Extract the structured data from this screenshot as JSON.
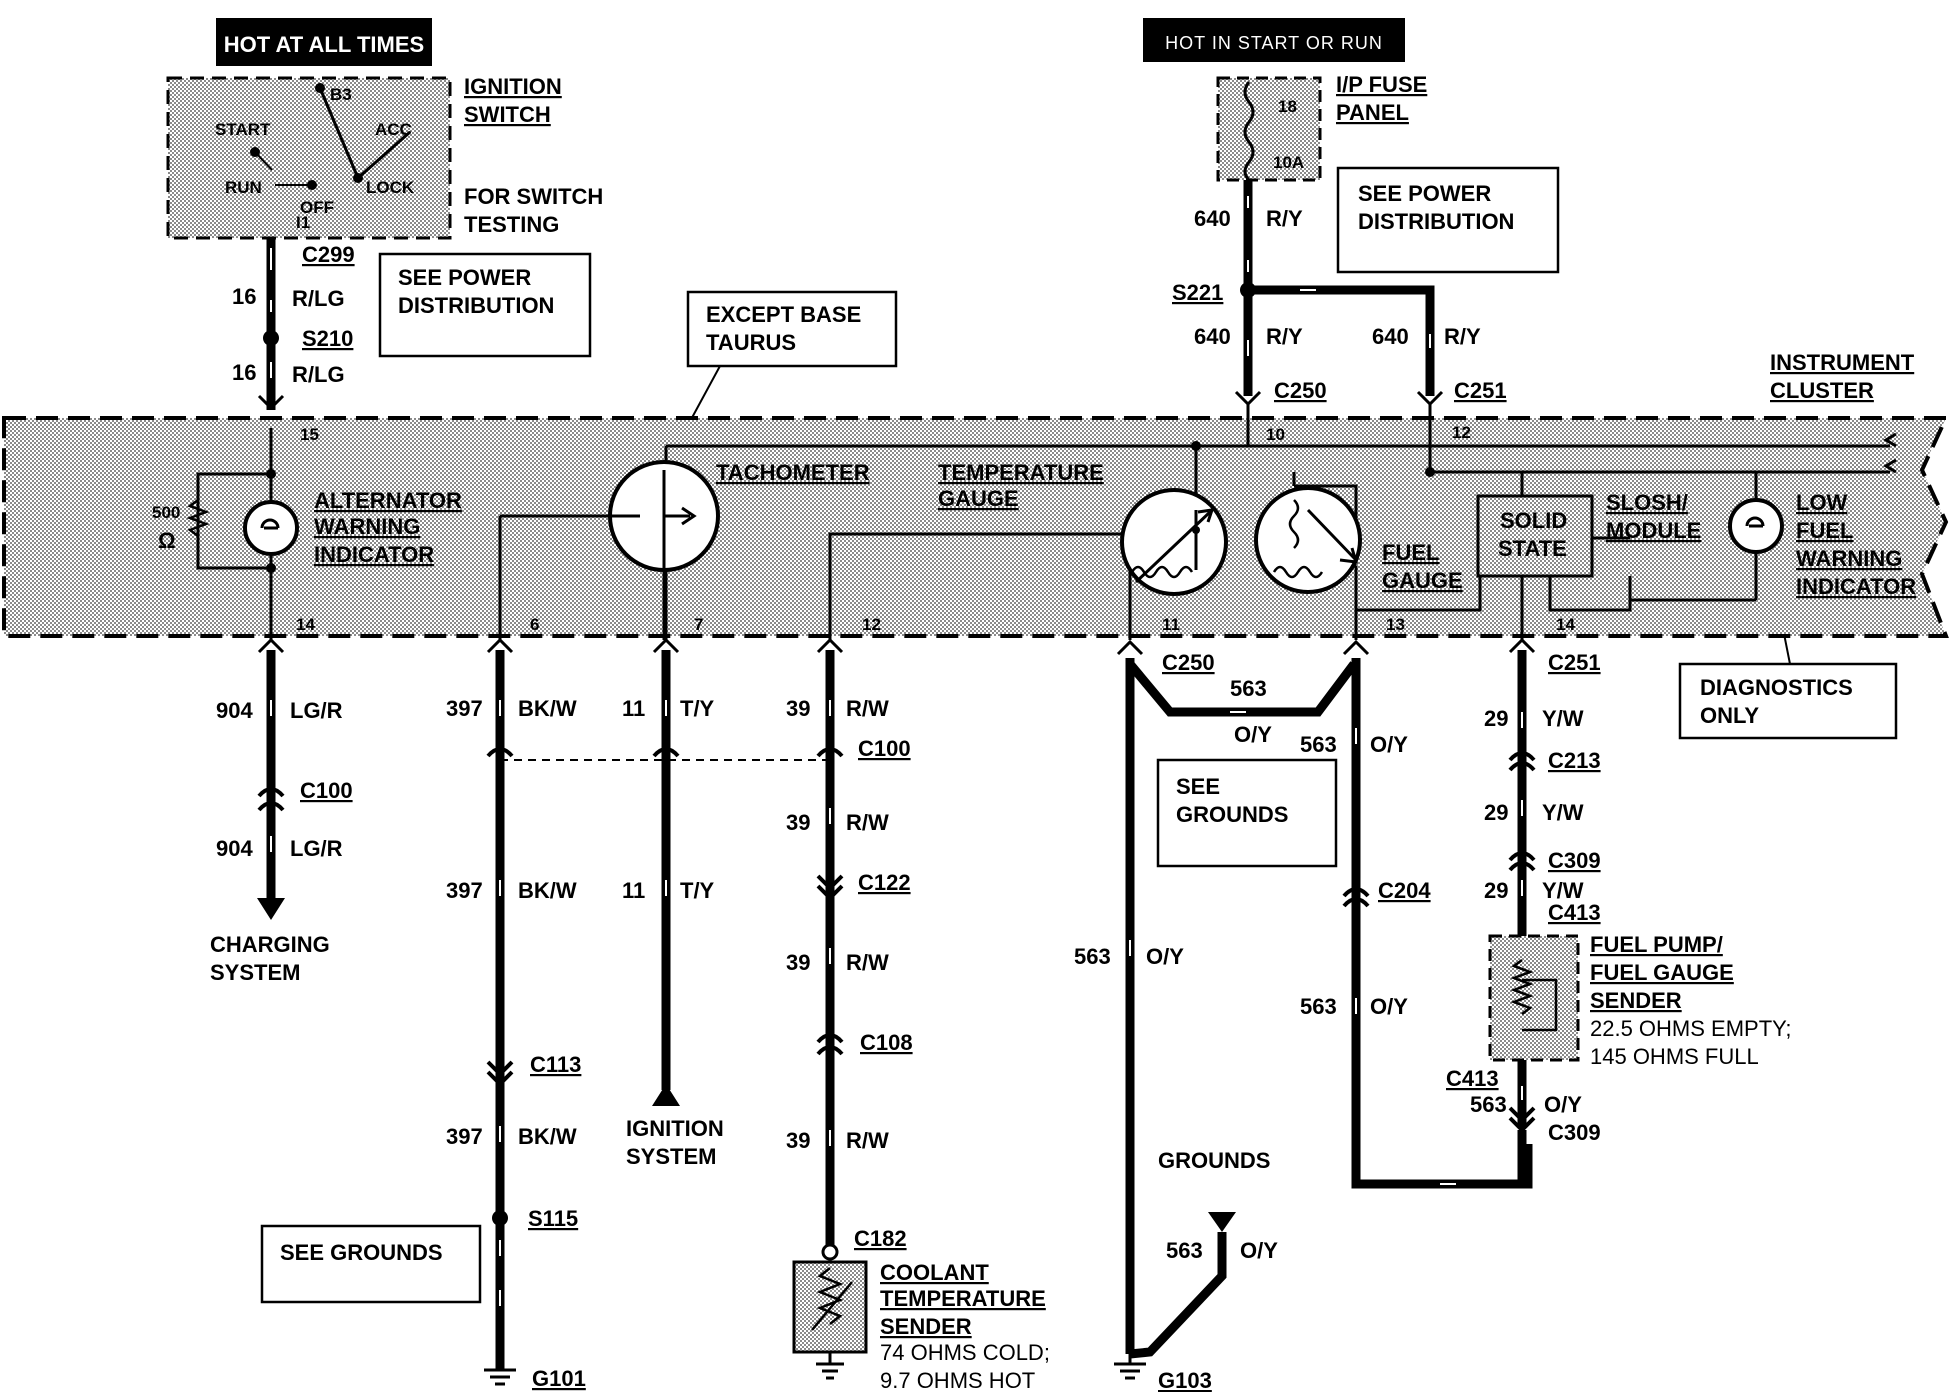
{
  "headers": {
    "hot_all_times": "HOT AT ALL TIMES",
    "hot_start_run": "HOT IN START OR RUN"
  },
  "ignition_switch": {
    "title1": "IGNITION",
    "title2": "SWITCH",
    "note1": "FOR SWITCH",
    "note2": "TESTING",
    "positions": {
      "b3": "B3",
      "start": "START",
      "acc": "ACC",
      "run": "RUN",
      "off": "OFF",
      "lock": "LOCK",
      "i1": "I1"
    }
  },
  "fuse_panel": {
    "title1": "I/P FUSE",
    "title2": "PANEL",
    "fuse": "18",
    "amps": "10A"
  },
  "boxes": {
    "see_power_1a": "SEE POWER",
    "see_power_1b": "DISTRIBUTION",
    "see_power_2a": "SEE POWER",
    "see_power_2b": "DISTRIBUTION",
    "except_a": "EXCEPT BASE",
    "except_b": "TAURUS",
    "diag_a": "DIAGNOSTICS",
    "diag_b": "ONLY",
    "see_grounds_1": "SEE GROUNDS",
    "see_grounds_2a": "SEE",
    "see_grounds_2b": "GROUNDS"
  },
  "cluster": {
    "title1": "INSTRUMENT",
    "title2": "CLUSTER",
    "alt1": "ALTERNATOR",
    "alt2": "WARNING",
    "alt3": "INDICATOR",
    "resistor": "500",
    "ohm": "Ω",
    "tach": "TACHOMETER",
    "temp1": "TEMPERATURE",
    "temp2": "GAUGE",
    "fuel1": "FUEL",
    "fuel2": "GAUGE",
    "solid1": "SOLID",
    "solid2": "STATE",
    "slosh1": "SLOSH/",
    "slosh2": "MODULE",
    "low1": "LOW",
    "low2": "FUEL",
    "low3": "WARNING",
    "low4": "INDICATOR",
    "pins": {
      "p15": "15",
      "p10": "10",
      "p12a": "12",
      "p14a": "14",
      "p6": "6",
      "p7": "7",
      "p12b": "12",
      "p11": "11",
      "p13": "13",
      "p14b": "14"
    }
  },
  "wires": {
    "w16a": "16",
    "c16a": "R/LG",
    "w16b": "16",
    "c16b": "R/LG",
    "w640a": "640",
    "c640a": "R/Y",
    "w640b": "640",
    "c640b": "R/Y",
    "w640c": "640",
    "c640c": "R/Y",
    "w904a": "904",
    "c904a": "LG/R",
    "w904b": "904",
    "c904b": "LG/R",
    "w397a": "397",
    "c397a": "BK/W",
    "w397b": "397",
    "c397b": "BK/W",
    "w397c": "397",
    "c397c": "BK/W",
    "w11a": "11",
    "c11a": "T/Y",
    "w11b": "11",
    "c11b": "T/Y",
    "w39a": "39",
    "c39a": "R/W",
    "w39b": "39",
    "c39b": "R/W",
    "w39c": "39",
    "c39c": "R/W",
    "w39d": "39",
    "c39d": "R/W",
    "w563a": "563",
    "c563a": "O/Y",
    "w563b": "563",
    "c563b": "O/Y",
    "w563c": "563",
    "c563c": "O/Y",
    "w563d": "563",
    "c563d": "O/Y",
    "w563e": "563",
    "c563e": "O/Y",
    "w563f": "563",
    "c563f": "O/Y",
    "w29a": "29",
    "c29a": "Y/W",
    "w29b": "29",
    "c29b": "Y/W",
    "w29c": "29",
    "c29c": "Y/W"
  },
  "connectors": {
    "c299": "C299",
    "s210": "S210",
    "s221": "S221",
    "c250a": "C250",
    "c251a": "C251",
    "c250b": "C250",
    "c251b": "C251",
    "c100a": "C100",
    "c100b": "C100",
    "c122": "C122",
    "c108": "C108",
    "c113": "C113",
    "s115": "S115",
    "c182": "C182",
    "c204": "C204",
    "c213": "C213",
    "c309a": "C309",
    "c413a": "C413",
    "c413b": "C413",
    "c309b": "C309",
    "g101": "G101",
    "g103": "G103"
  },
  "destinations": {
    "charging1": "CHARGING",
    "charging2": "SYSTEM",
    "ignition1": "IGNITION",
    "ignition2": "SYSTEM",
    "grounds": "GROUNDS",
    "coolant1": "COOLANT",
    "coolant2": "TEMPERATURE",
    "coolant3": "SENDER",
    "coolant4": "74 OHMS COLD;",
    "coolant5": "9.7 OHMS HOT",
    "pump1": "FUEL PUMP/",
    "pump2": "FUEL GAUGE",
    "pump3": "SENDER",
    "pump4": "22.5 OHMS EMPTY;",
    "pump5": "145 OHMS FULL"
  }
}
